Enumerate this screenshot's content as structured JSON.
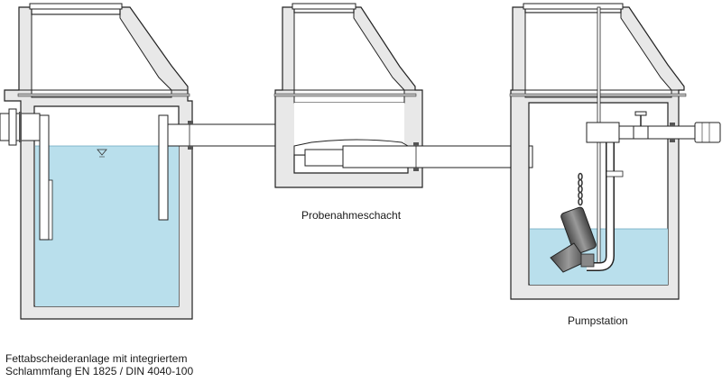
{
  "labels": {
    "fettabscheider_line1": "Fettabscheideranlage mit integriertem",
    "fettabscheider_line2": "Schlammfang EN 1825 / DIN 4040-100",
    "probenahmeschacht": "Probenahmeschacht",
    "pumpstation": "Pumpstation"
  },
  "colors": {
    "concrete": "#e8e8e8",
    "outline": "#222222",
    "water": "#b9dfec",
    "pipe": "#ffffff",
    "pump_metal": "#6a6a6a",
    "seal": "#555555"
  }
}
